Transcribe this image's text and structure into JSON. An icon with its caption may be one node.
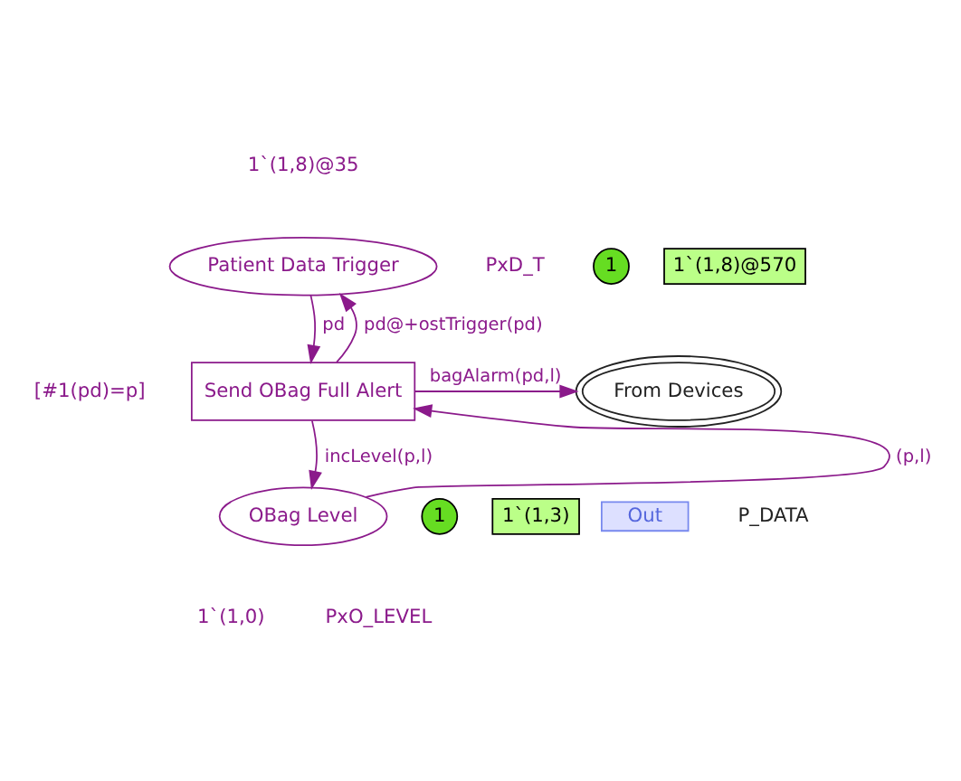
{
  "diagram": {
    "nodes": [
      {
        "text": [
          "Patient Data Trigger"
        ],
        "beside": [
          "1`(1,8)@35",
          "PxD_T"
        ]
      },
      {
        "text": [
          "Send OBag Full Alert"
        ],
        "beside": [
          "[#1(pd)=p]"
        ]
      },
      {
        "text": [
          "From Devices"
        ],
        "beside": [
          "Out",
          "P_DATA"
        ]
      },
      {
        "text": [
          "OBag Level"
        ],
        "beside": [
          "1`(1,0)",
          "PxO_LEVEL"
        ]
      },
      {
        "text": [
          "1"
        ]
      },
      {
        "text": [
          "1`(1,8)@570"
        ]
      },
      {
        "text": [
          "1"
        ]
      },
      {
        "text": [
          "1`(1,3)"
        ]
      }
    ],
    "edges": [
      {
        "from": 0,
        "to": 1,
        "arrow": "to",
        "label": "pd"
      },
      {
        "from": 1,
        "to": 0,
        "arrow": "to",
        "label": "pd@+ostTrigger(pd)"
      },
      {
        "from": 1,
        "to": 2,
        "arrow": "to",
        "label": "bagAlarm(pd,l)"
      },
      {
        "from": 3,
        "to": 1,
        "arrow": "to",
        "label": "(p,l)"
      },
      {
        "from": 1,
        "to": 3,
        "arrow": "to",
        "label": "incLevel(p,l)"
      }
    ]
  }
}
